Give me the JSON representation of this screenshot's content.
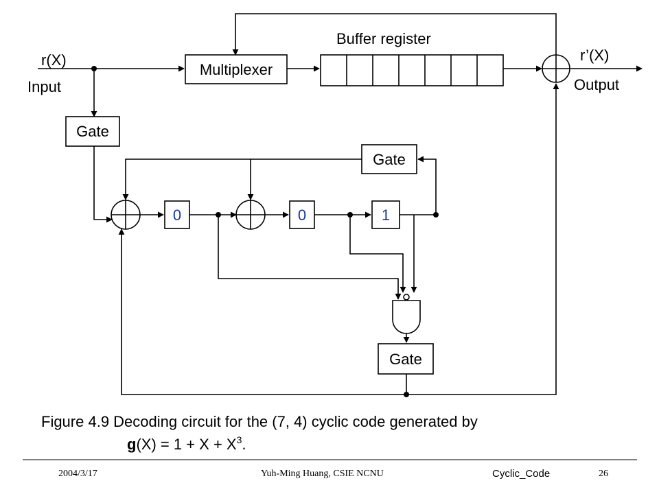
{
  "labels": {
    "input_symbol": "r(X)",
    "input_word": "Input",
    "output_symbol": "r’(X)",
    "output_word": "Output",
    "buffer_register": "Buffer register",
    "multiplexer": "Multiplexer",
    "gate_input": "Gate",
    "gate_feedback": "Gate",
    "gate_bottom": "Gate"
  },
  "register_cells": [
    "0",
    "0",
    "1"
  ],
  "buffer_cells_count": 7,
  "caption": {
    "line1": "Figure 4.9 Decoding circuit for the (7, 4) cyclic code generated by",
    "line2_bold": "g",
    "line2_rest": "(X) = 1 + X + X",
    "line2_sup": "3",
    "line2_end": "."
  },
  "footer": {
    "date": "2004/3/17",
    "author": "Yuh-Ming Huang, CSIE NCNU",
    "topic": "Cyclic_Code",
    "page": "26"
  }
}
